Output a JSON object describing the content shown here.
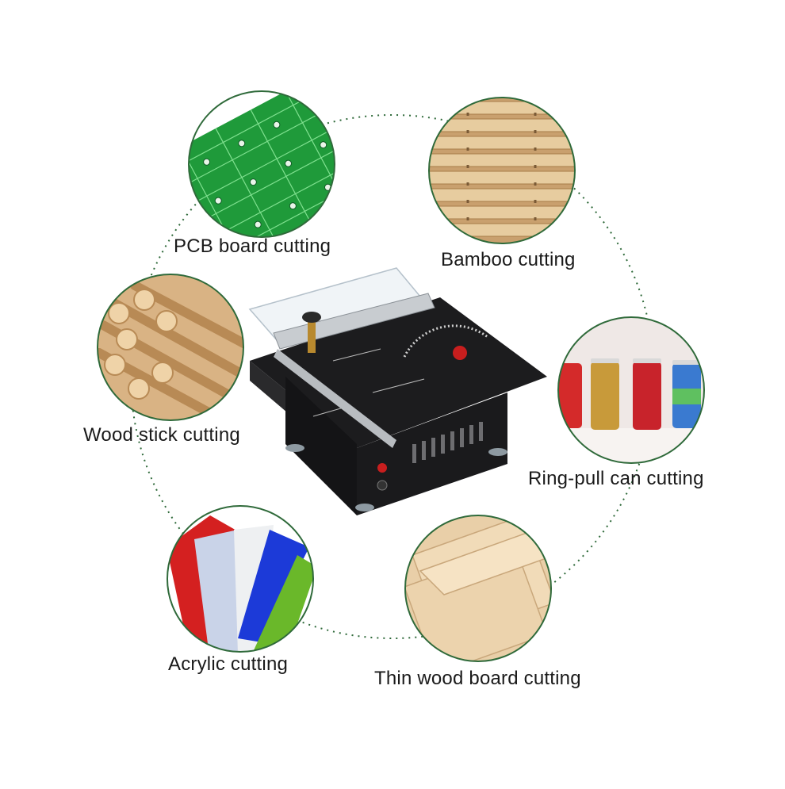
{
  "colors": {
    "ring": "#2f6a3a",
    "pcb_green": "#1f9a3a",
    "bamboo": "#d9b98a",
    "wood": "#e6c49a",
    "machine": "#1c1c1e",
    "blade_red": "#c81e1e"
  },
  "items": [
    {
      "label": "PCB board cutting",
      "image": "pcb-board-photo"
    },
    {
      "label": "Bamboo cutting",
      "image": "bamboo-mat-photo"
    },
    {
      "label": "Wood stick cutting",
      "image": "wood-sticks-photo"
    },
    {
      "label": "Ring-pull can cutting",
      "image": "cans-photo"
    },
    {
      "label": "Acrylic cutting",
      "image": "acrylic-sheets-photo"
    },
    {
      "label": "Thin wood board cutting",
      "image": "thin-wood-photo"
    }
  ],
  "product": {
    "image": "mini-table-saw-photo"
  }
}
